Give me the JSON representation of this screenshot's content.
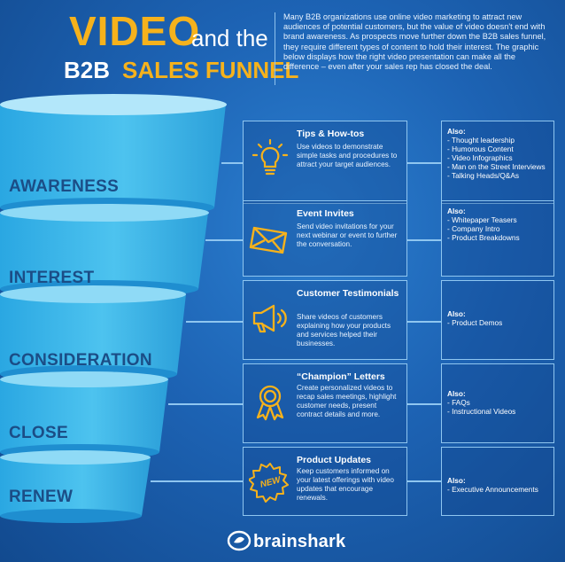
{
  "header": {
    "title_video": "VIDEO",
    "title_and_the": "and the",
    "title_b2b": "B2B",
    "title_sales_funnel": "SALES FUNNEL",
    "intro": "Many B2B organizations use online video marketing to attract new audiences of potential customers, but the value of video doesn't end with brand awareness. As prospects move further down the B2B sales funnel, they require different types of content to hold their interest. The graphic below displays how the right video presentation can make all the difference – even after your sales rep has closed the deal."
  },
  "stages": [
    "AWARENESS",
    "INTEREST",
    "CONSIDERATION",
    "CLOSE",
    "RENEW"
  ],
  "cards": [
    {
      "title": "Tips & How-tos",
      "desc": "Use videos to demonstrate simple tasks and procedures to attract your target audiences.",
      "icon": "lightbulb-icon"
    },
    {
      "title": "Event Invites",
      "desc": "Send video invitations for your next webinar or event to further the conversation.",
      "icon": "envelope-icon"
    },
    {
      "title": "Customer Testimonials",
      "desc": "Share videos of customers explaining how your products and services helped their businesses.",
      "icon": "megaphone-icon"
    },
    {
      "title": "“Champion” Letters",
      "desc": "Create personalized videos to recap sales meetings, highlight customer needs, present contract details and more.",
      "icon": "award-ribbon-icon"
    },
    {
      "title": "Product Updates",
      "desc": "Keep customers informed on your latest offerings with video updates that encourage renewals.",
      "icon": "new-badge-icon",
      "badge": "NEW"
    }
  ],
  "also_label": "Also:",
  "also": [
    [
      "- Thought leadership",
      "- Humorous Content",
      "- Video Infographics",
      "- Man on the Street Interviews",
      "- Talking Heads/Q&As"
    ],
    [
      "- Whitepaper Teasers",
      "- Company Intro",
      "- Product Breakdowns"
    ],
    [
      "- Product Demos"
    ],
    [
      "- FAQs",
      "- Instructional Videos"
    ],
    [
      "- Executive Announcements"
    ]
  ],
  "brand": "brainshark",
  "colors": {
    "accent": "#f6b21c",
    "funnel": "#3fb8ea",
    "funnel_top": "#a9e2f8",
    "stage_text": "#1b4d86",
    "border": "#8fc6f0"
  }
}
